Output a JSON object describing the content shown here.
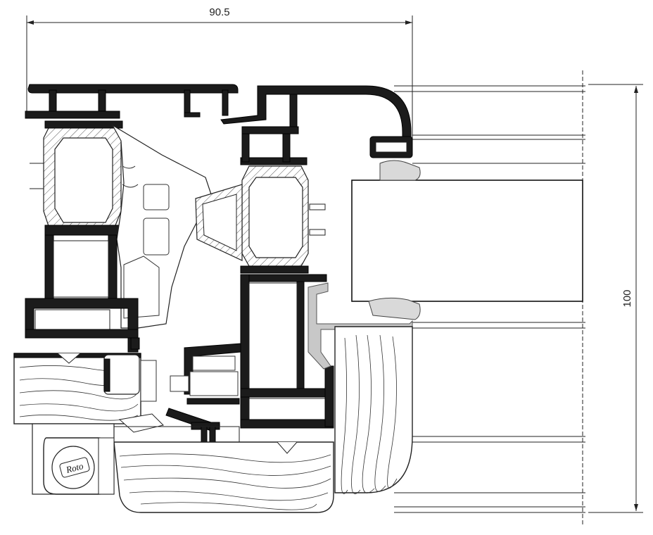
{
  "dimensions": {
    "width_label": "90.5",
    "height_label": "100"
  },
  "logo": {
    "text": "Roto"
  }
}
